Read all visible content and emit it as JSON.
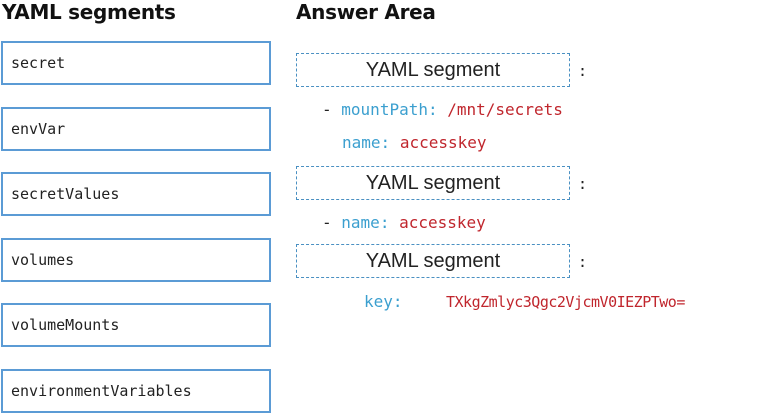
{
  "left_panel": {
    "heading": "YAML segments",
    "segments": [
      "secret",
      "envVar",
      "secretValues",
      "volumes",
      "volumeMounts",
      "environmentVariables"
    ]
  },
  "answer_area": {
    "heading": "Answer Area",
    "slots": [
      {
        "label": "YAML segment",
        "suffix": ":"
      },
      {
        "label": "YAML segment",
        "suffix": ":"
      },
      {
        "label": "YAML segment",
        "suffix": ":"
      }
    ],
    "code": {
      "dash": "-",
      "mount_path_key": "mountPath:",
      "mount_path_value": "/mnt/secrets",
      "name_key_1": "name:",
      "name_value_1": "accesskey",
      "name_key_2": "name:",
      "name_value_2": "accesskey",
      "key_key": "key:",
      "key_value": "TXkgZmlyc3Qgc2VjcmV0IEZPTwo="
    }
  }
}
